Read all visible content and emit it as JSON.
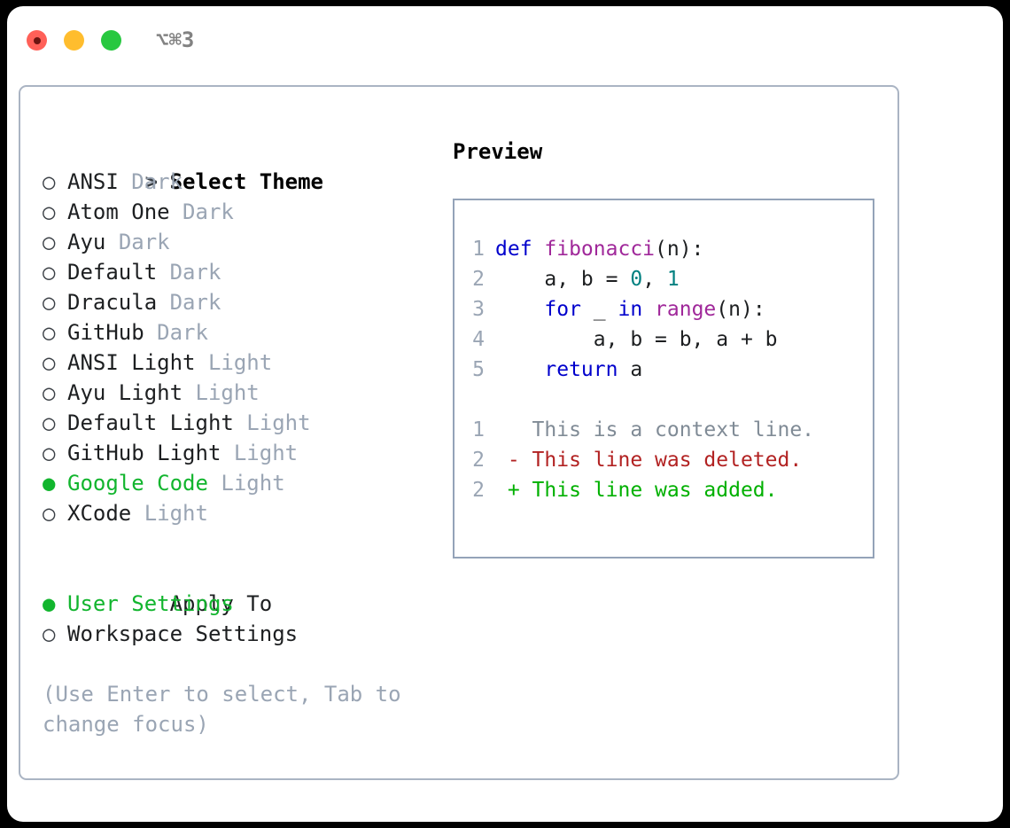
{
  "titlebar": {
    "shortcut": "⌥⌘3",
    "dots": [
      "close-red",
      "minimize-yellow",
      "maximize-green"
    ],
    "colors": {
      "red": "#ff6058",
      "red_center": "#6b1410",
      "yellow": "#ffbd2e",
      "green": "#28c840",
      "shortcut_text": "#828282"
    }
  },
  "theme_list": {
    "header": {
      "prompt": "> ",
      "label": "Select Theme"
    },
    "items": [
      {
        "marker": "○",
        "name": "ANSI",
        "variant": "Dark",
        "selected": false
      },
      {
        "marker": "○",
        "name": "Atom One",
        "variant": "Dark",
        "selected": false
      },
      {
        "marker": "○",
        "name": "Ayu",
        "variant": "Dark",
        "selected": false
      },
      {
        "marker": "○",
        "name": "Default",
        "variant": "Dark",
        "selected": false
      },
      {
        "marker": "○",
        "name": "Dracula",
        "variant": "Dark",
        "selected": false
      },
      {
        "marker": "○",
        "name": "GitHub",
        "variant": "Dark",
        "selected": false
      },
      {
        "marker": "○",
        "name": "ANSI Light",
        "variant": "Light",
        "selected": false
      },
      {
        "marker": "○",
        "name": "Ayu Light",
        "variant": "Light",
        "selected": false
      },
      {
        "marker": "○",
        "name": "Default Light",
        "variant": "Light",
        "selected": false
      },
      {
        "marker": "○",
        "name": "GitHub Light",
        "variant": "Light",
        "selected": false
      },
      {
        "marker": "●",
        "name": "Google Code",
        "variant": "Light",
        "selected": true
      },
      {
        "marker": "○",
        "name": "XCode",
        "variant": "Light",
        "selected": false
      }
    ]
  },
  "apply_to": {
    "header": "Apply To",
    "items": [
      {
        "marker": "●",
        "label": "User Settings",
        "selected": true
      },
      {
        "marker": "○",
        "label": "Workspace Settings",
        "selected": false
      }
    ]
  },
  "hint": "(Use Enter to select, Tab to change focus)",
  "preview": {
    "title": "Preview",
    "code_lines": [
      {
        "num": "1",
        "tokens": [
          {
            "t": "def ",
            "c": "kw"
          },
          {
            "t": "fibonacci",
            "c": "fn"
          },
          {
            "t": "(n):",
            "c": "plain"
          }
        ]
      },
      {
        "num": "2",
        "tokens": [
          {
            "t": "    a, b = ",
            "c": "plain"
          },
          {
            "t": "0",
            "c": "num"
          },
          {
            "t": ", ",
            "c": "plain"
          },
          {
            "t": "1",
            "c": "num"
          }
        ]
      },
      {
        "num": "3",
        "tokens": [
          {
            "t": "    for",
            "c": "kw"
          },
          {
            "t": " _ ",
            "c": "plain"
          },
          {
            "t": "in",
            "c": "kw"
          },
          {
            "t": " ",
            "c": "plain"
          },
          {
            "t": "range",
            "c": "fn"
          },
          {
            "t": "(n):",
            "c": "plain"
          }
        ]
      },
      {
        "num": "4",
        "tokens": [
          {
            "t": "        a, b = b, a + b",
            "c": "plain"
          }
        ]
      },
      {
        "num": "5",
        "tokens": [
          {
            "t": "    return",
            "c": "kw"
          },
          {
            "t": " a",
            "c": "plain"
          }
        ]
      }
    ],
    "diff_lines": [
      {
        "num": "1",
        "tokens": [
          {
            "t": "   This is a context line.",
            "c": "ctx"
          }
        ]
      },
      {
        "num": "2",
        "tokens": [
          {
            "t": " - This line was deleted.",
            "c": "del"
          }
        ]
      },
      {
        "num": "2",
        "tokens": [
          {
            "t": " + This line was added.",
            "c": "add"
          }
        ]
      }
    ],
    "colors": {
      "keyword": "#0000cc",
      "function": "#a0289a",
      "number": "#008080",
      "plain": "#1d1f21",
      "line_number": "#9aa5b4",
      "context": "#808b96",
      "deleted": "#b22222",
      "added": "#00b000",
      "border": "#94a3b8"
    }
  }
}
